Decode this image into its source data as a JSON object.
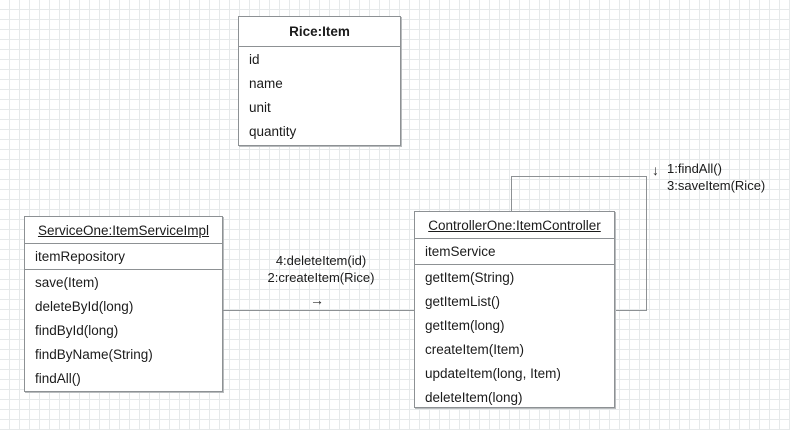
{
  "diagram": {
    "type": "uml-collaboration-diagram",
    "background": "#ffffff",
    "grid_color": "#e6e9ea",
    "border_color": "#8d9194",
    "text_color": "#1b1b1b"
  },
  "classes": [
    {
      "id": "rice-item",
      "title": "Rice:Item",
      "title_style": "bold",
      "attributes": [
        "id",
        "name",
        "unit",
        "quantity"
      ],
      "operations": []
    },
    {
      "id": "service-one",
      "title": "ServiceOne:ItemServiceImpl",
      "title_style": "underline",
      "attributes": [
        "itemRepository"
      ],
      "operations": [
        "save(Item)",
        "deleteById(long)",
        "findById(long)",
        "findByName(String)",
        "findAll()"
      ]
    },
    {
      "id": "controller-one",
      "title": "ControllerOne:ItemController",
      "title_style": "underline",
      "attributes": [
        "itemService"
      ],
      "operations": [
        "getItem(String)",
        "getItemList()",
        "getItem(long)",
        "createItem(Item)",
        "updateItem(long, Item)",
        "deleteItem(long)"
      ]
    }
  ],
  "messages": {
    "service_to_controller": {
      "line1": "4:deleteItem(id)",
      "line2": "2:createItem(Rice)",
      "arrow": "→"
    },
    "controller_self": {
      "line1": "1:findAll()",
      "line2": "3:saveItem(Rice)",
      "arrow": "↓"
    }
  }
}
